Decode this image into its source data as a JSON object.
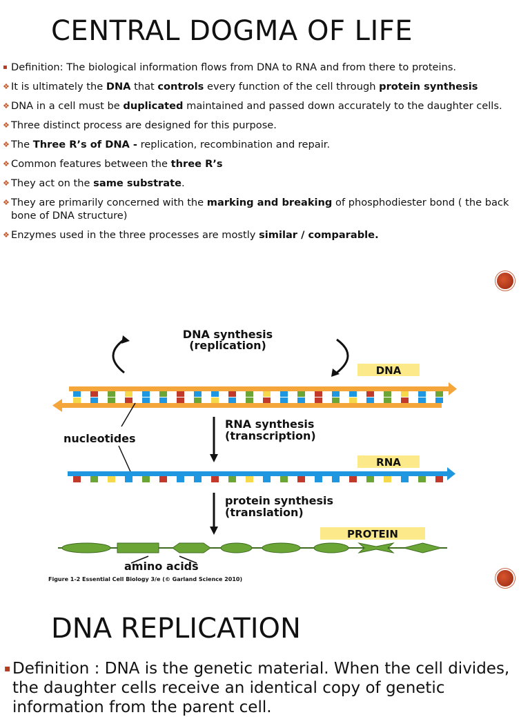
{
  "slide1": {
    "title": "CENTRAL DOGMA OF LIFE",
    "bullets": [
      {
        "marker": "▪",
        "parts": [
          [
            "Definition: The biological information flows from DNA to RNA and from there to proteins.",
            false
          ]
        ]
      },
      {
        "marker": "❖",
        "parts": [
          [
            "It is ultimately the ",
            false
          ],
          [
            "DNA",
            true
          ],
          [
            " that ",
            false
          ],
          [
            "controls",
            true
          ],
          [
            " every function of the cell through ",
            false
          ],
          [
            "protein synthesis",
            true
          ]
        ]
      },
      {
        "marker": "❖",
        "parts": [
          [
            " DNA in a cell must be ",
            false
          ],
          [
            "duplicated",
            true
          ],
          [
            " maintained and  passed down accurately to the daughter cells.",
            false
          ]
        ]
      },
      {
        "marker": "❖",
        "parts": [
          [
            "Three distinct process are designed for this purpose.",
            false
          ]
        ]
      },
      {
        "marker": "❖",
        "parts": [
          [
            "The ",
            false
          ],
          [
            "Three  R’s of DNA   -",
            true
          ],
          [
            " replication, recombination and repair.",
            false
          ]
        ]
      },
      {
        "marker": "❖",
        "parts": [
          [
            "Common features  between the ",
            false
          ],
          [
            "three R’s",
            true
          ]
        ]
      },
      {
        "marker": "❖",
        "parts": [
          [
            "They act on the ",
            false
          ],
          [
            "same substrate",
            true
          ],
          [
            ".",
            false
          ]
        ]
      },
      {
        "marker": "❖",
        "parts": [
          [
            "They are primarily concerned with the ",
            false
          ],
          [
            "marking and breaking",
            true
          ],
          [
            " of phosphodiester bond  ( the back bone of DNA structure)",
            false
          ]
        ]
      },
      {
        "marker": "❖",
        "parts": [
          [
            "Enzymes used in the three processes are mostly ",
            false
          ],
          [
            "similar / comparable.",
            true
          ]
        ]
      }
    ]
  },
  "figure": {
    "dna_synthesis_line1": "DNA synthesis",
    "dna_synthesis_line2": "(replication)",
    "dna_tag": "DNA",
    "rna_synthesis_line1": "RNA synthesis",
    "rna_synthesis_line2": "(transcription)",
    "nucleotides": "nucleotides",
    "rna_tag": "RNA",
    "protein_synthesis_line1": "protein synthesis",
    "protein_synthesis_line2": "(translation)",
    "protein_tag": "PROTEIN",
    "amino_acids": "amino acids",
    "caption": "Figure 1-2  Essential Cell Biology 3/e (© Garland Science 2010)"
  },
  "slide2": {
    "title": "DNA REPLICATION",
    "definition_marker": "▪",
    "definition": "Definition : DNA is the genetic material. When the cell divides, the daughter cells receive an identical copy of genetic information  from the parent cell."
  },
  "colors": {
    "accent": "#b33b1e",
    "backbone_orange": "#f5a63a",
    "backbone_blue": "#1e96e0",
    "protein_green": "#6aa536",
    "tag_yellow": "#fbe98a"
  }
}
